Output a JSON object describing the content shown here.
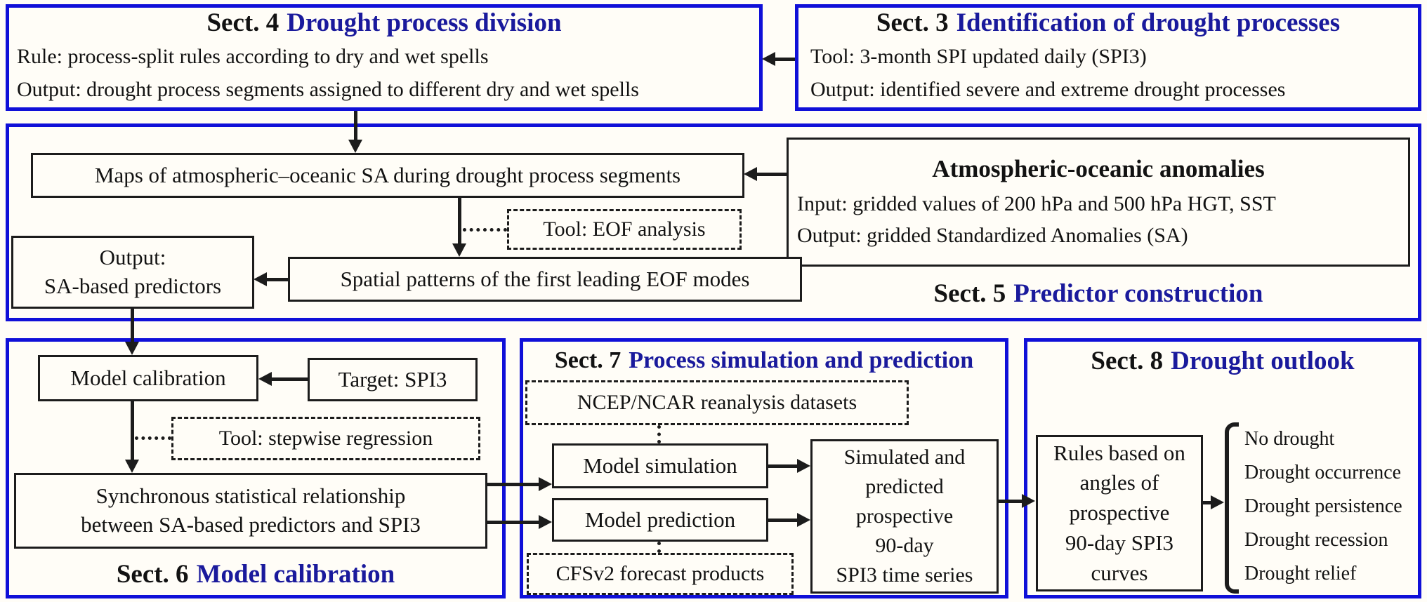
{
  "colors": {
    "section_border_blue": "#1010d8",
    "section_title_blue": "#1a1a9c",
    "ink_black": "#1c1c1c"
  },
  "sections": {
    "s4": {
      "num": "Sect. 4",
      "title": "Drought process division",
      "lines": [
        "Rule: process-split rules according to dry and wet spells",
        "Output: drought process segments assigned to different dry and wet spells"
      ]
    },
    "s3": {
      "num": "Sect. 3",
      "title": "Identification of drought processes",
      "lines": [
        "Tool: 3-month SPI updated daily (SPI3)",
        "Output: identified severe and extreme drought processes"
      ]
    },
    "s5": {
      "num": "Sect. 5",
      "title": "Predictor construction",
      "maps_box": "Maps of atmospheric–oceanic SA during drought process segments",
      "atmos_title": "Atmospheric-oceanic anomalies",
      "atmos_lines": [
        "Input: gridded values of 200 hPa and 500 hPa HGT, SST",
        "Output: gridded Standardized Anomalies (SA)"
      ],
      "eof_tool": "Tool: EOF analysis",
      "spatial_box": "Spatial patterns of the first leading EOF modes",
      "output_line1": "Output:",
      "output_line2": "SA-based predictors"
    },
    "s6": {
      "num": "Sect. 6",
      "title": "Model calibration",
      "model_cal": "Model calibration",
      "target": "Target: SPI3",
      "stepwise_tool": "Tool: stepwise regression",
      "synch_line1": "Synchronous statistical relationship",
      "synch_line2": "between SA-based predictors and SPI3"
    },
    "s7": {
      "num": "Sect. 7",
      "title": "Process simulation and prediction",
      "ncep": "NCEP/NCAR reanalysis datasets",
      "sim": "Model simulation",
      "pred": "Model prediction",
      "cfsv2": "CFSv2 forecast products",
      "result_lines": [
        "Simulated and",
        "predicted",
        "prospective",
        "90-day",
        "SPI3 time series"
      ]
    },
    "s8": {
      "num": "Sect. 8",
      "title": "Drought outlook",
      "rules_lines": [
        "Rules based on",
        "angles of",
        "prospective",
        "90-day SPI3",
        "curves"
      ],
      "outcomes": [
        "No drought",
        "Drought occurrence",
        "Drought persistence",
        "Drought recession",
        "Drought relief"
      ]
    }
  }
}
